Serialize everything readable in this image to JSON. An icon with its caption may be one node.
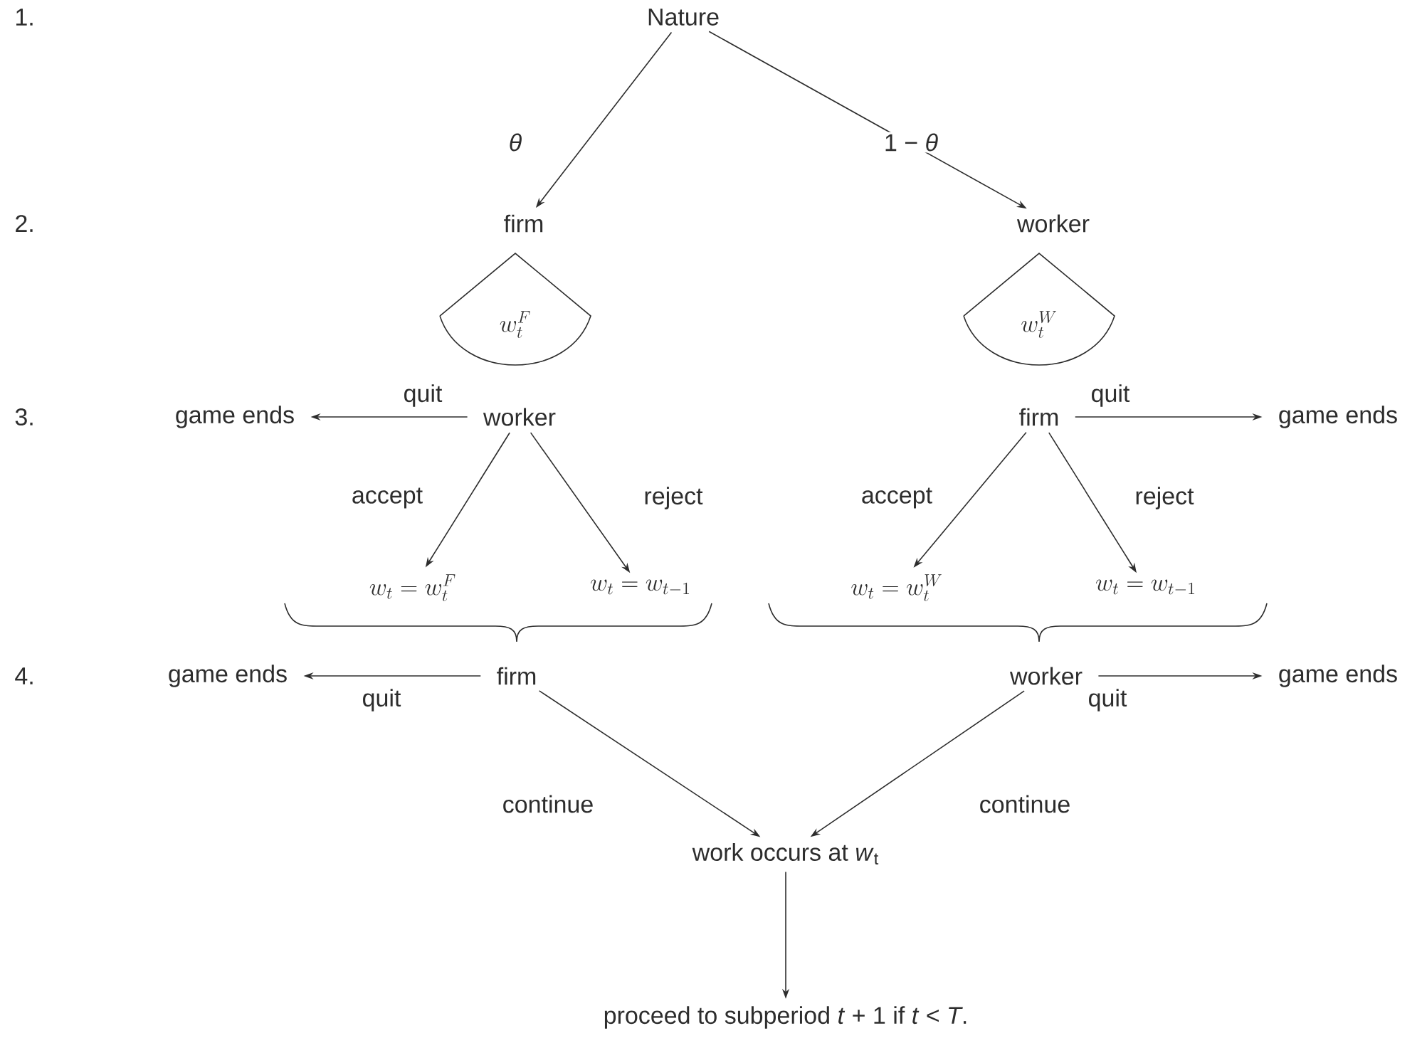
{
  "diagram": {
    "nodes": [
      {
        "text": [
          "Nature"
        ]
      },
      {
        "text": [
          "firm"
        ]
      },
      {
        "text": [
          "worker"
        ]
      },
      {
        "text": [
          "w_t^F"
        ]
      },
      {
        "text": [
          "w_t^W"
        ]
      },
      {
        "text": [
          "game ends"
        ]
      },
      {
        "text": [
          "worker"
        ]
      },
      {
        "text": [
          "firm"
        ]
      },
      {
        "text": [
          "game ends"
        ]
      },
      {
        "text": [
          "w_t = w_t^F"
        ]
      },
      {
        "text": [
          "w_t = w_{t-1}"
        ]
      },
      {
        "text": [
          "w_t = w_t^W"
        ]
      },
      {
        "text": [
          "w_t = w_{t-1}"
        ]
      },
      {
        "text": [
          "game ends"
        ]
      },
      {
        "text": [
          "firm"
        ]
      },
      {
        "text": [
          "worker"
        ]
      },
      {
        "text": [
          "game ends"
        ]
      },
      {
        "text": [
          "work occurs at *w*$_{t}$"
        ]
      },
      {
        "text": [
          "proceed to subperiod *t* + 1 if *t* < *T*."
        ]
      }
    ],
    "edges": [
      {
        "from": 0,
        "to": 1,
        "arrow": "to",
        "label": "*θ*"
      },
      {
        "from": 0,
        "to": 2,
        "arrow": "to",
        "label": "1 − *θ*"
      },
      {
        "from": 6,
        "to": 5,
        "arrow": "to",
        "label": "quit"
      },
      {
        "from": 7,
        "to": 8,
        "arrow": "to",
        "label": "quit"
      },
      {
        "from": 6,
        "to": 9,
        "arrow": "to",
        "label": "accept"
      },
      {
        "from": 6,
        "to": 10,
        "arrow": "to",
        "label": "reject"
      },
      {
        "from": 7,
        "to": 11,
        "arrow": "to",
        "label": "accept"
      },
      {
        "from": 7,
        "to": 12,
        "arrow": "to",
        "label": "reject"
      },
      {
        "from": 14,
        "to": 13,
        "arrow": "to",
        "label": "quit"
      },
      {
        "from": 15,
        "to": 16,
        "arrow": "to",
        "label": "quit"
      },
      {
        "from": 14,
        "to": 17,
        "arrow": "to",
        "label": "continue"
      },
      {
        "from": 15,
        "to": 17,
        "arrow": "to",
        "label": "continue"
      },
      {
        "from": 17,
        "to": 18,
        "arrow": "to"
      }
    ],
    "labels": [
      "1.",
      "2.",
      "3.",
      "4."
    ]
  }
}
